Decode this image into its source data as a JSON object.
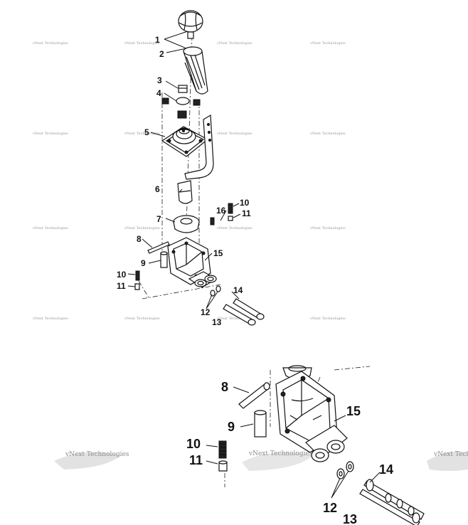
{
  "watermark_text": "vNext Technologies",
  "callouts_top": [
    "1",
    "2",
    "3",
    "4",
    "5",
    "6",
    "7",
    "8",
    "9",
    "10",
    "11",
    "16",
    "10",
    "11",
    "15",
    "14",
    "12",
    "13"
  ],
  "callouts_bottom": [
    "8",
    "9",
    "10",
    "11",
    "15",
    "14",
    "12",
    "13"
  ]
}
